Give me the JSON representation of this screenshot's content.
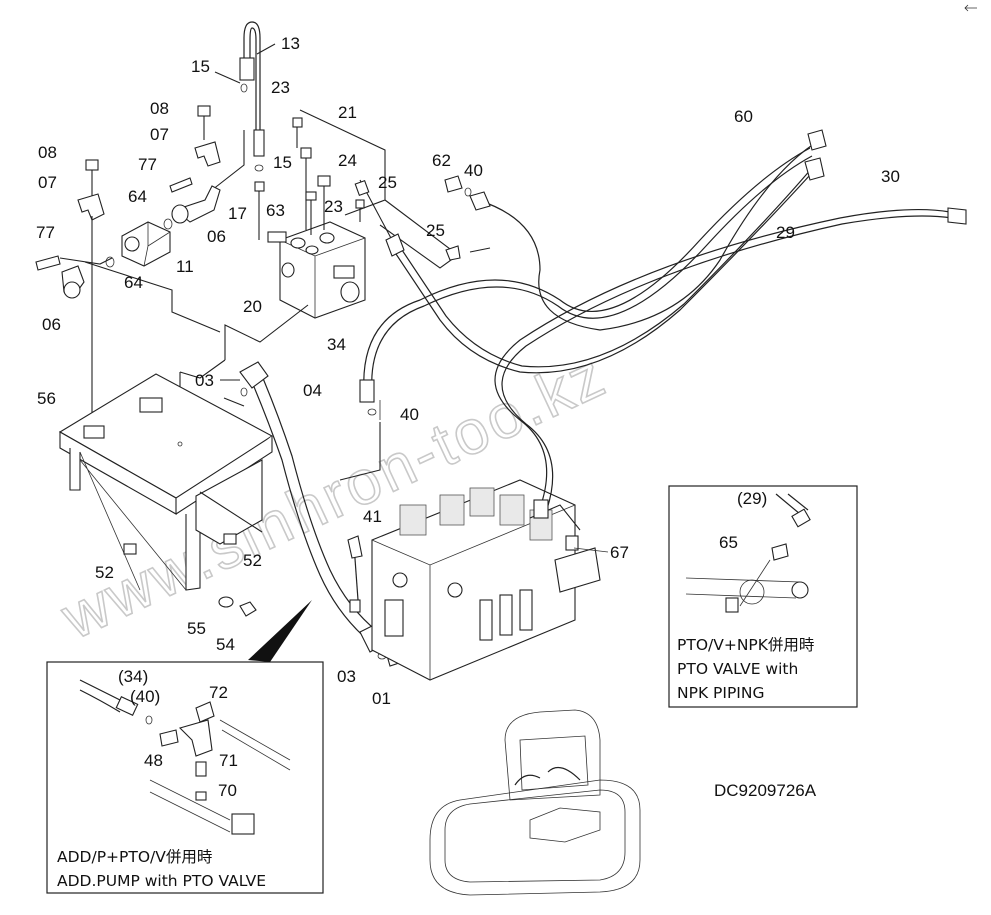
{
  "diagram": {
    "callouts": {
      "c13": "13",
      "c15a": "15",
      "c08a": "08",
      "c07a": "07",
      "c77a": "77",
      "c08b": "08",
      "c07b": "07",
      "c64a": "64",
      "c06a": "06",
      "c77b": "77",
      "c11": "11",
      "c64b": "64",
      "c06b": "06",
      "c23a": "23",
      "c21": "21",
      "c15b": "15",
      "c24": "24",
      "c17": "17",
      "c63": "63",
      "c23b": "23",
      "c25a": "25",
      "c62": "62",
      "c40a": "40",
      "c25b": "25",
      "c20": "20",
      "c60": "60",
      "c29": "29",
      "c30": "30",
      "c34": "34",
      "c40b": "40",
      "c03a": "03",
      "c04": "04",
      "c56": "56",
      "c41": "41",
      "c67": "67",
      "c52a": "52",
      "c52b": "52",
      "c55": "55",
      "c54": "54",
      "c03b": "03",
      "c01": "01",
      "inset_left": {
        "p34": "(34)",
        "p40": "(40)",
        "p72": "72",
        "p48": "48",
        "p71": "71",
        "p70": "70"
      },
      "inset_right": {
        "p29": "(29)",
        "p65": "65"
      }
    },
    "inset_left_caption": [
      "ADD/P+PTO/V併用時",
      "ADD.PUMP with PTO VALVE"
    ],
    "inset_right_caption": [
      "PTO/V+NPK併用時",
      "PTO VALVE with",
      "NPK PIPING"
    ],
    "document_id": "DC9209726A",
    "watermark": "www.sinhron-too.kz"
  }
}
